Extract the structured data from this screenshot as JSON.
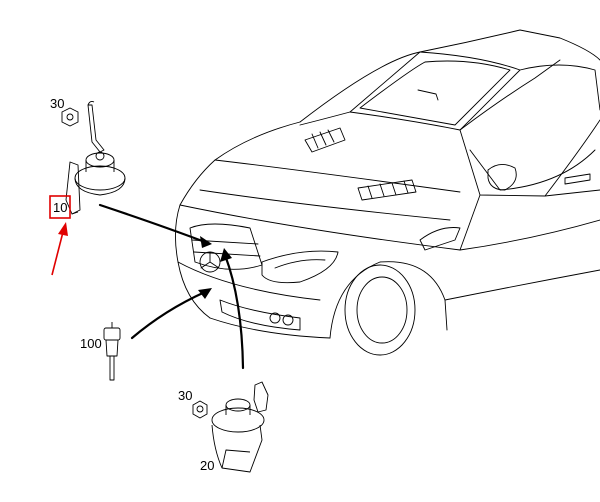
{
  "callouts": {
    "horn_left_part": "10",
    "horn_left_nut": "30",
    "horn_lower_part": "20",
    "horn_lower_nut": "30",
    "temp_sensor_part": "100"
  },
  "colors": {
    "line": "#000000",
    "highlight": "#e00000"
  }
}
